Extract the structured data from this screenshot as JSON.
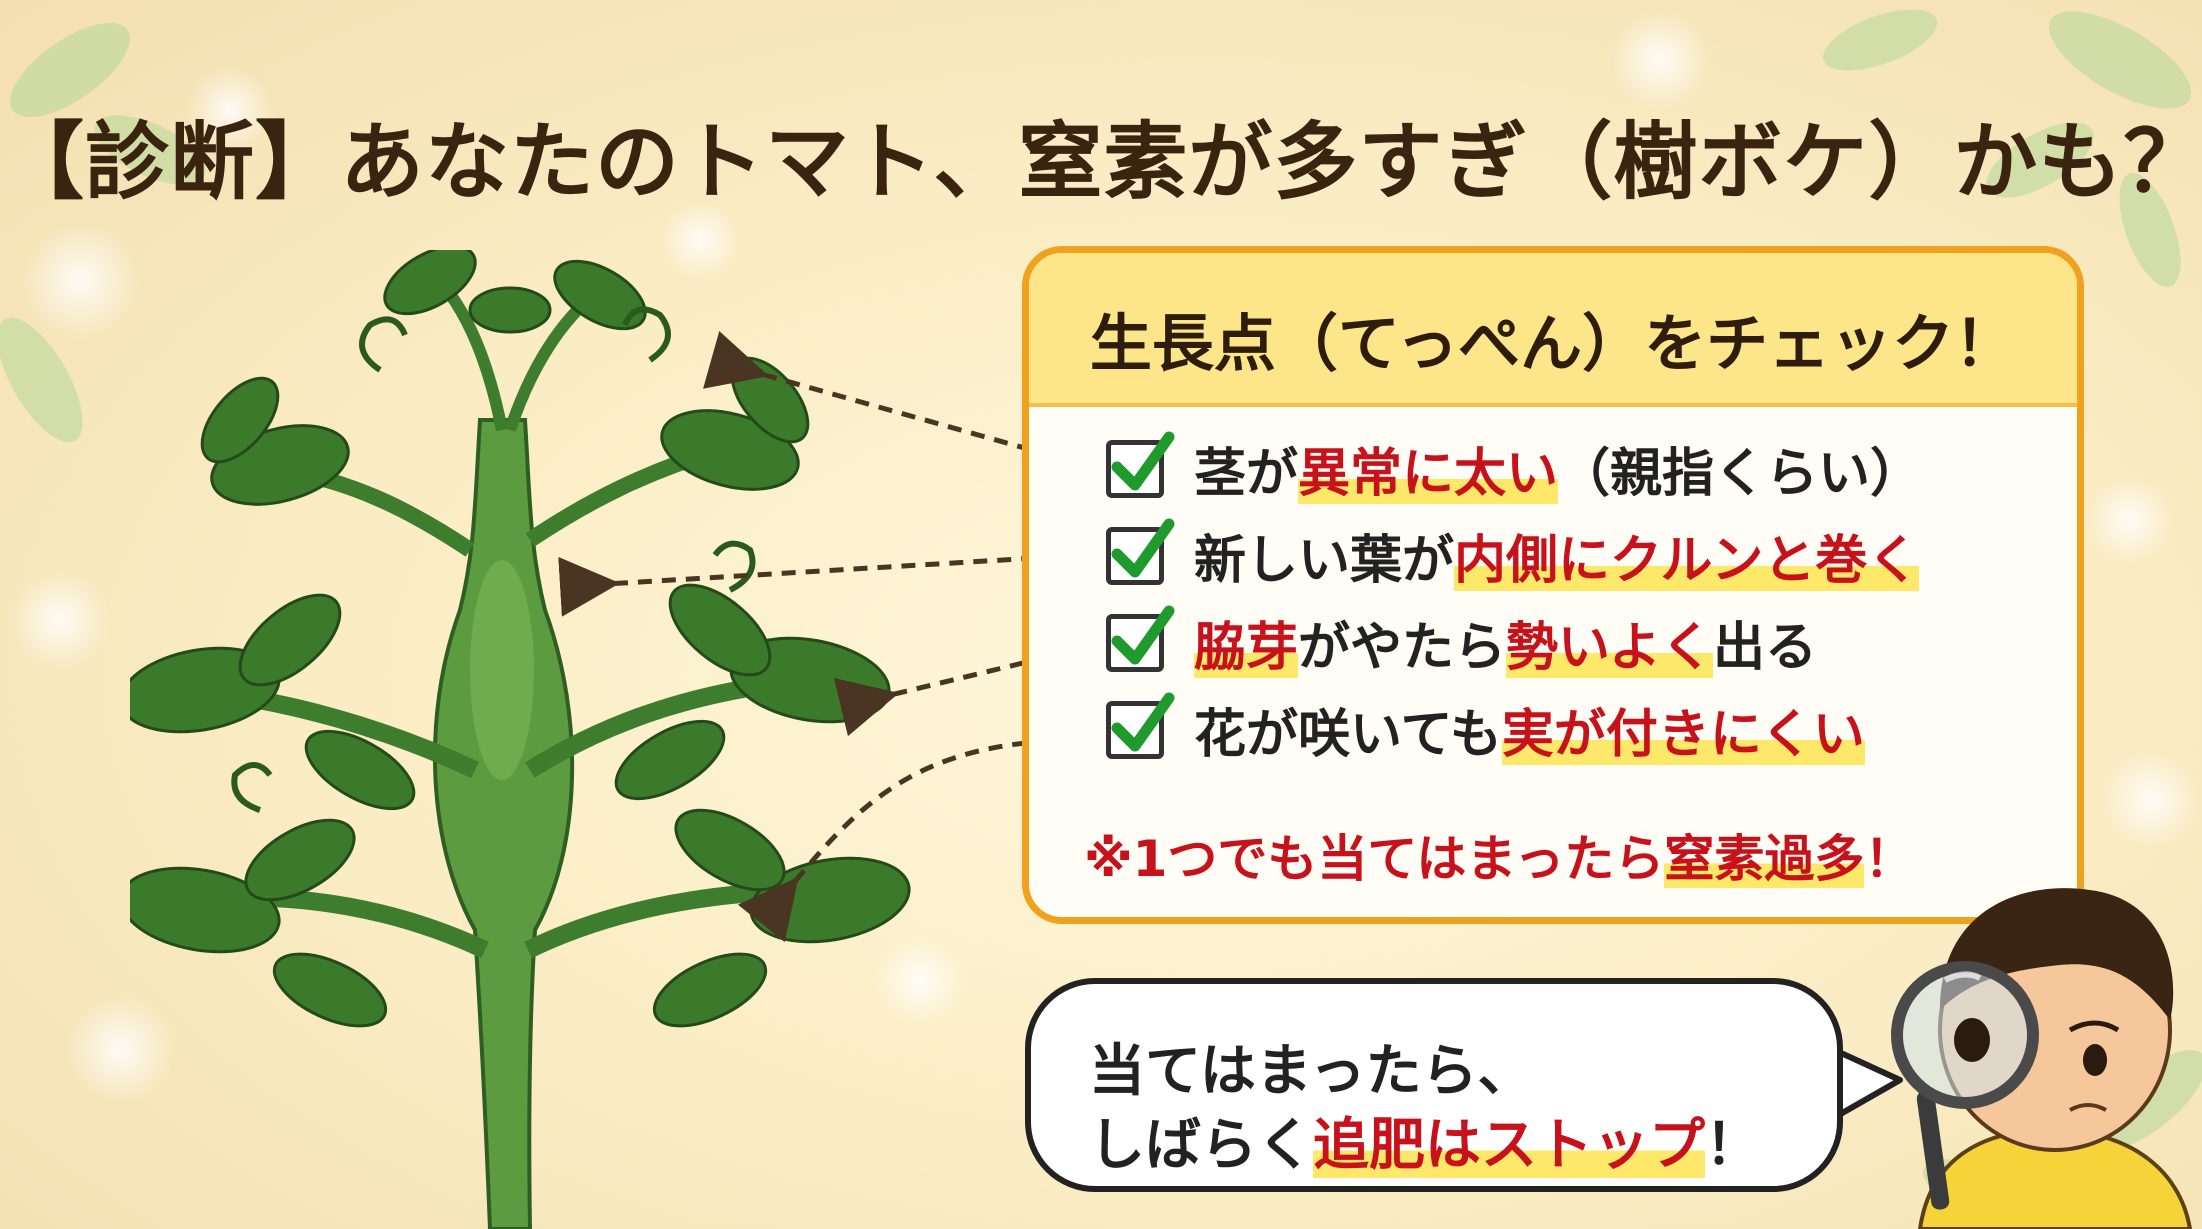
{
  "title": "【診断】あなたのトマト、窒素が多すぎ（樹ボケ）かも？",
  "panel": {
    "heading": "生長点（てっぺん）をチェック！",
    "items": [
      {
        "parts": [
          "茎が",
          "異常に太い",
          "（親指くらい）"
        ]
      },
      {
        "parts": [
          "新しい葉が",
          "内側にクルンと巻く",
          ""
        ]
      },
      {
        "parts": [
          "",
          "脇芽",
          "がやたら",
          "勢いよく",
          "出る"
        ]
      },
      {
        "parts": [
          "花が咲いても",
          "実が付きにくい",
          ""
        ]
      }
    ],
    "note": {
      "before": "※1つでも当てはまったら",
      "highlight": "窒素過多",
      "after": "！"
    }
  },
  "bubble": {
    "line1": "当てはまったら、",
    "line2_before": "しばらく",
    "line2_highlight": "追肥はストップ",
    "line2_after": "！"
  },
  "colors": {
    "accent_red": "#c8121b",
    "panel_border": "#f0a21e",
    "panel_header": "#fde58a",
    "highlight": "#fde86a",
    "check_green": "#1f9a2c",
    "plant_green": "#3f7d2e"
  }
}
